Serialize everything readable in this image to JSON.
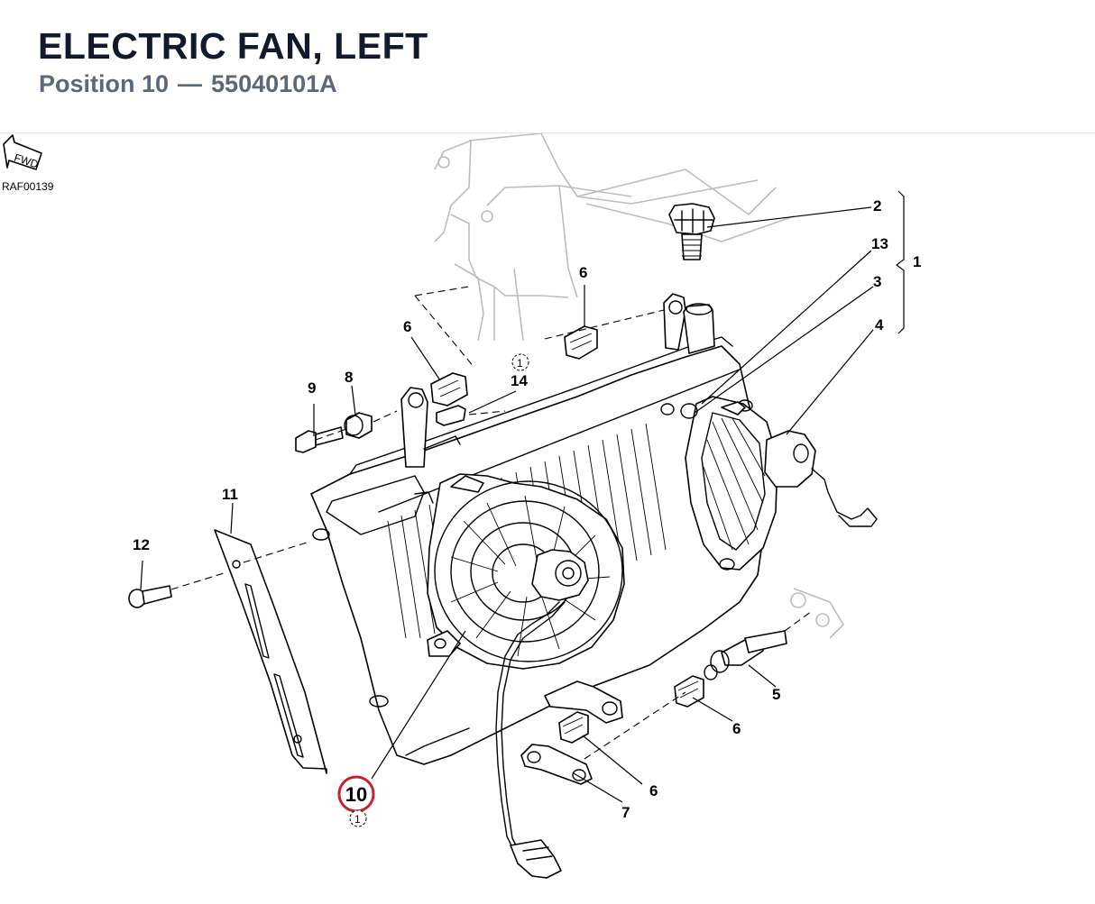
{
  "header": {
    "title": "ELECTRIC FAN, LEFT",
    "position_label": "Position 10",
    "separator": "—",
    "part_number": "55040101A"
  },
  "diagram": {
    "reference_code": "RAF00139",
    "fwd_label": "FWD",
    "highlighted_position": "10",
    "callouts": {
      "c1": "1",
      "c2": "2",
      "c3": "3",
      "c4": "4",
      "c5": "5",
      "c6a": "6",
      "c6b": "6",
      "c6c": "6",
      "c6d": "6",
      "c7": "7",
      "c8": "8",
      "c9": "9",
      "c11": "11",
      "c12": "12",
      "c13": "13",
      "c14": "14"
    },
    "note_symbol": "1",
    "colors": {
      "highlight_ring": "#cc1f2d",
      "title": "#101a2c",
      "subtitle": "#5b6879"
    }
  }
}
